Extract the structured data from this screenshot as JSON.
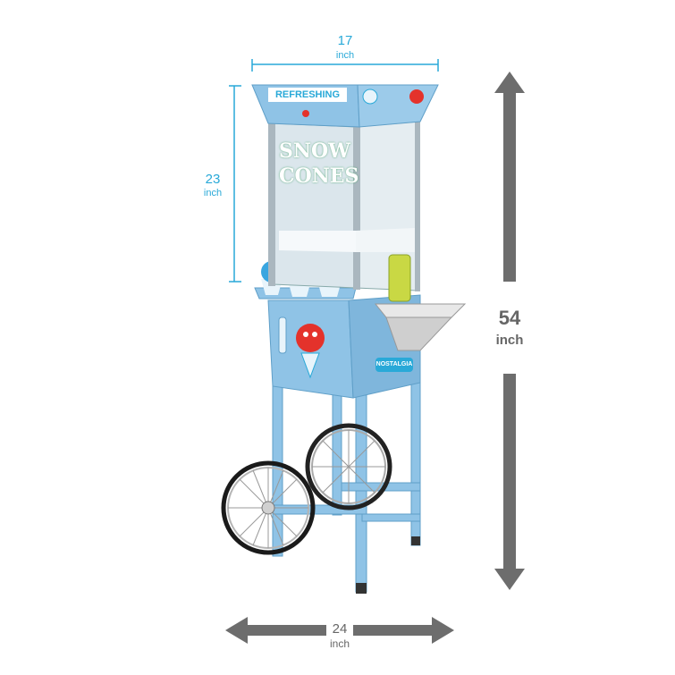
{
  "dimensions": {
    "top_width": {
      "value": "17",
      "unit": "inch"
    },
    "top_height": {
      "value": "23",
      "unit": "inch"
    },
    "total_height": {
      "value": "54",
      "unit": "inch"
    },
    "base_width": {
      "value": "24",
      "unit": "inch"
    }
  },
  "signage": {
    "header": "REFRESHING",
    "window_line1": "SNOW",
    "window_line2": "CONES",
    "brand_badge": "NOSTALGIA"
  },
  "colors": {
    "cart_blue": "#8fc3e6",
    "accent_cyan": "#29a9d8",
    "arrow_gray": "#6d6d6d"
  }
}
